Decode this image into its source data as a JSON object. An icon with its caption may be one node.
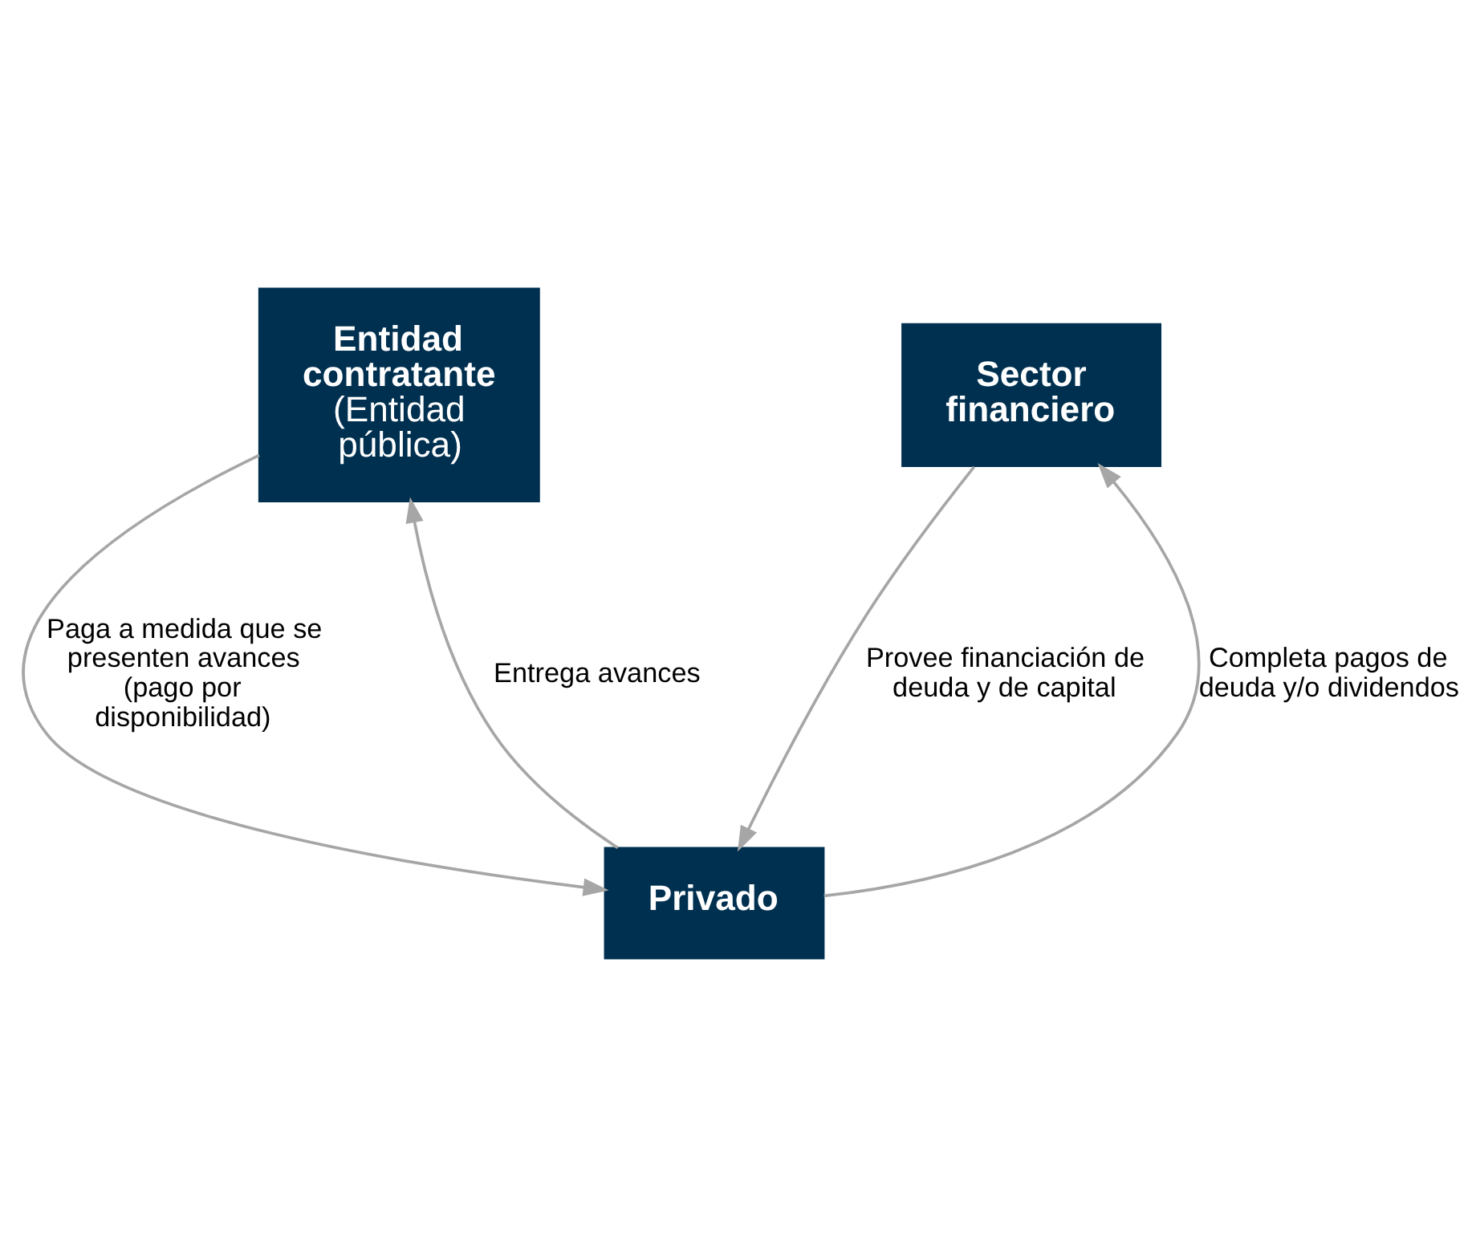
{
  "diagram": {
    "nodes": [
      {
        "text": [
          "Entidad contratante",
          "(Entidad pública)"
        ]
      },
      {
        "text": [
          "Sector financiero"
        ]
      },
      {
        "text": [
          "Privado"
        ]
      }
    ],
    "edges": [
      {
        "from": 0,
        "to": 2,
        "arrow": "to",
        "label": "Paga a medida que se presenten avances (pago por disponibilidad)"
      },
      {
        "from": 2,
        "to": 0,
        "arrow": "to",
        "label": "Entrega avances"
      },
      {
        "from": 2,
        "to": 1,
        "arrow": "to",
        "label": "Completa pagos de deuda y/o dividendos"
      },
      {
        "from": 1,
        "to": 2,
        "arrow": "to",
        "label": "Provee financiación de deuda y de capital"
      }
    ]
  }
}
